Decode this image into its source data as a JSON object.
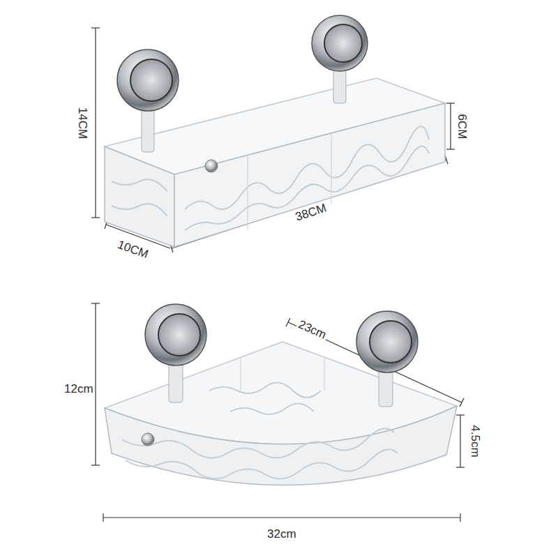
{
  "diagram": {
    "labels": [
      "14CM",
      "6CM",
      "38CM",
      "10CM",
      "23cm",
      "12cm",
      "4.5cm",
      "32cm"
    ]
  }
}
